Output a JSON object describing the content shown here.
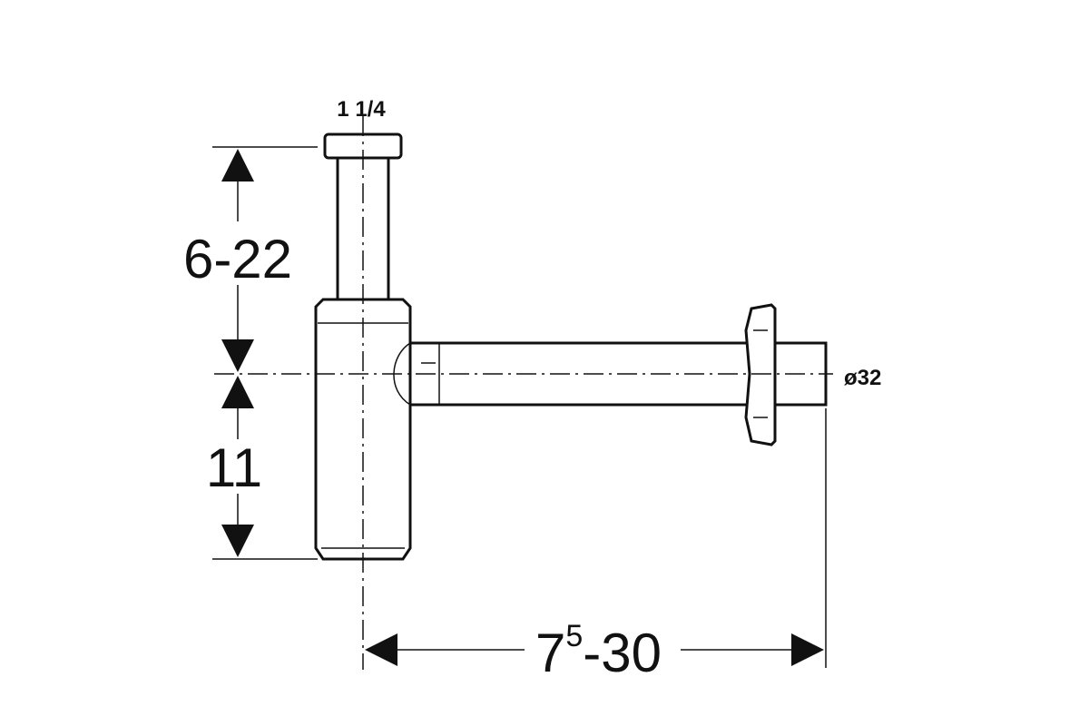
{
  "labels": {
    "inlet_thread": "1 1/4",
    "outlet_diameter": "ø32",
    "height_range": "6-22",
    "trap_depth": "11",
    "length_main": "7",
    "length_sup": "5",
    "length_rest": "-30"
  },
  "colors": {
    "line": "#111111",
    "background": "#ffffff"
  }
}
